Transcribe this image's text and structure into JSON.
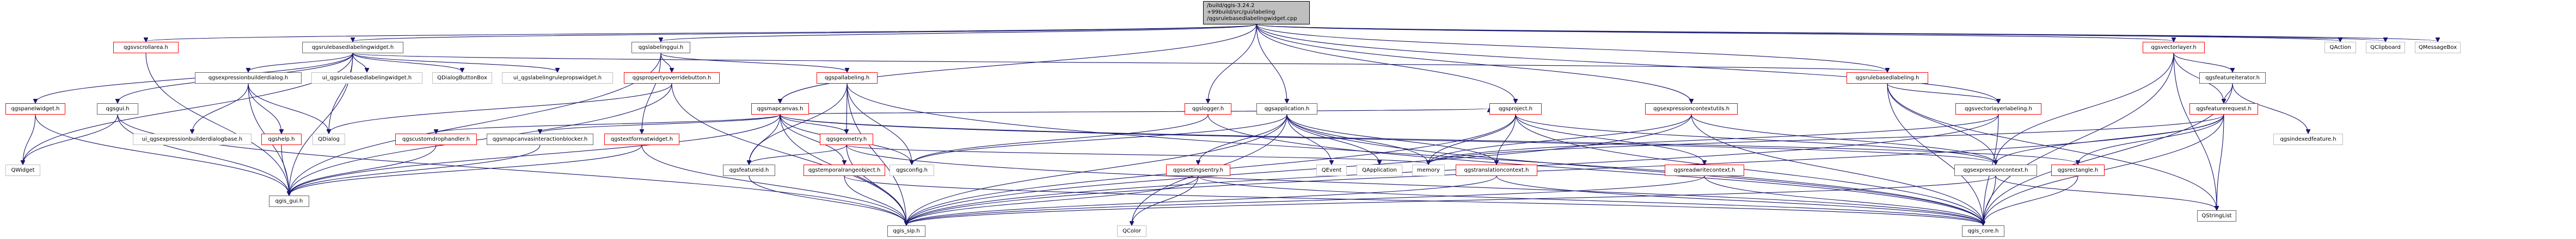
{
  "root": {
    "line1": "/build/qgis-3.24.2",
    "line2": "+99build/src/gui/labeling",
    "line3": "/qgsrulebasedlabelingwidget.cpp"
  },
  "nodes": {
    "qgsvscrollarea_h": "qgsvscrollarea.h",
    "qgsrulebasedlabelingwidget_h": "qgsrulebasedlabelingwidget.h",
    "qgslabelinggui_h": "qgslabelinggui.h",
    "qgsmapcanvas_h": "qgsmapcanvas.h",
    "qgslogger_h": "qgslogger.h",
    "qgsapplication_h": "qgsapplication.h",
    "qgsexpressioncontextutils_h": "qgsexpressioncontextutils.h",
    "qgsrulebasedlabeling_h": "qgsrulebasedlabeling.h",
    "qgsvectorlayer_h": "qgsvectorlayer.h",
    "qaction": "QAction",
    "qclipboard": "QClipboard",
    "qmessagebox": "QMessageBox",
    "qgspanelwidget_h": "qgspanelwidget.h",
    "qgsgui_h": "qgsgui.h",
    "qgsexpressionbuilderdialog_h": "qgsexpressionbuilderdialog.h",
    "ui_qgsrulebasedlabelingwidget_h": "ui_qgsrulebasedlabelingwidget.h",
    "qdialogbuttonbox": "QDialogButtonBox",
    "ui_qgslabelingrulepropswidget_h": "ui_qgslabelingrulepropswidget.h",
    "qgspropertyoverridebutton_h": "qgspropertyoverridebutton.h",
    "qgspallabeling_h": "qgspallabeling.h",
    "qgsfeatureiterator_h": "qgsfeatureiterator.h",
    "qgsvectorlayerlabeling_h": "qgsvectorlayerlabeling.h",
    "qgsfeaturerequest_h": "qgsfeaturerequest.h",
    "qgsindexedfeature_h": "qgsindexedfeature.h",
    "ui_qgsexpressionbuilderdialogbase_h": "ui_qgsexpressionbuilderdialogbase.h",
    "qgshelp_h": "qgshelp.h",
    "qdialog": "QDialog",
    "qgscustomdrophandler_h": "qgscustomdrophandler.h",
    "qgsmapcanvasinteractionblocker_h": "qgsmapcanvasinteractionblocker.h",
    "qgstextformatwidget_h": "qgstextformatwidget.h",
    "qgsgeometry_h": "qgsgeometry.h",
    "qgsproject_h": "qgsproject.h",
    "qwidget": "QWidget",
    "qgis_gui_h": "qgis_gui.h",
    "qgsfeatureid_h": "qgsfeatureid.h",
    "qgstemporalrangeobject_h": "qgstemporalrangeobject.h",
    "qgsconfig_h": "qgsconfig.h",
    "qgssettingsentry_h": "qgssettingsentry.h",
    "qevent": "QEvent",
    "qapplication": "QApplication",
    "memory": "memory",
    "qgstranslationcontext_h": "qgstranslationcontext.h",
    "qgsreadwritecontext_h": "qgsreadwritecontext.h",
    "qgsexpressioncontext_h": "qgsexpressioncontext.h",
    "qgsrectangle_h": "qgsrectangle.h",
    "qgis_sip_h": "qgis_sip.h",
    "qcolor": "QColor",
    "qgis_core_h": "qgis_core.h",
    "qstringlist": "QStringList"
  }
}
